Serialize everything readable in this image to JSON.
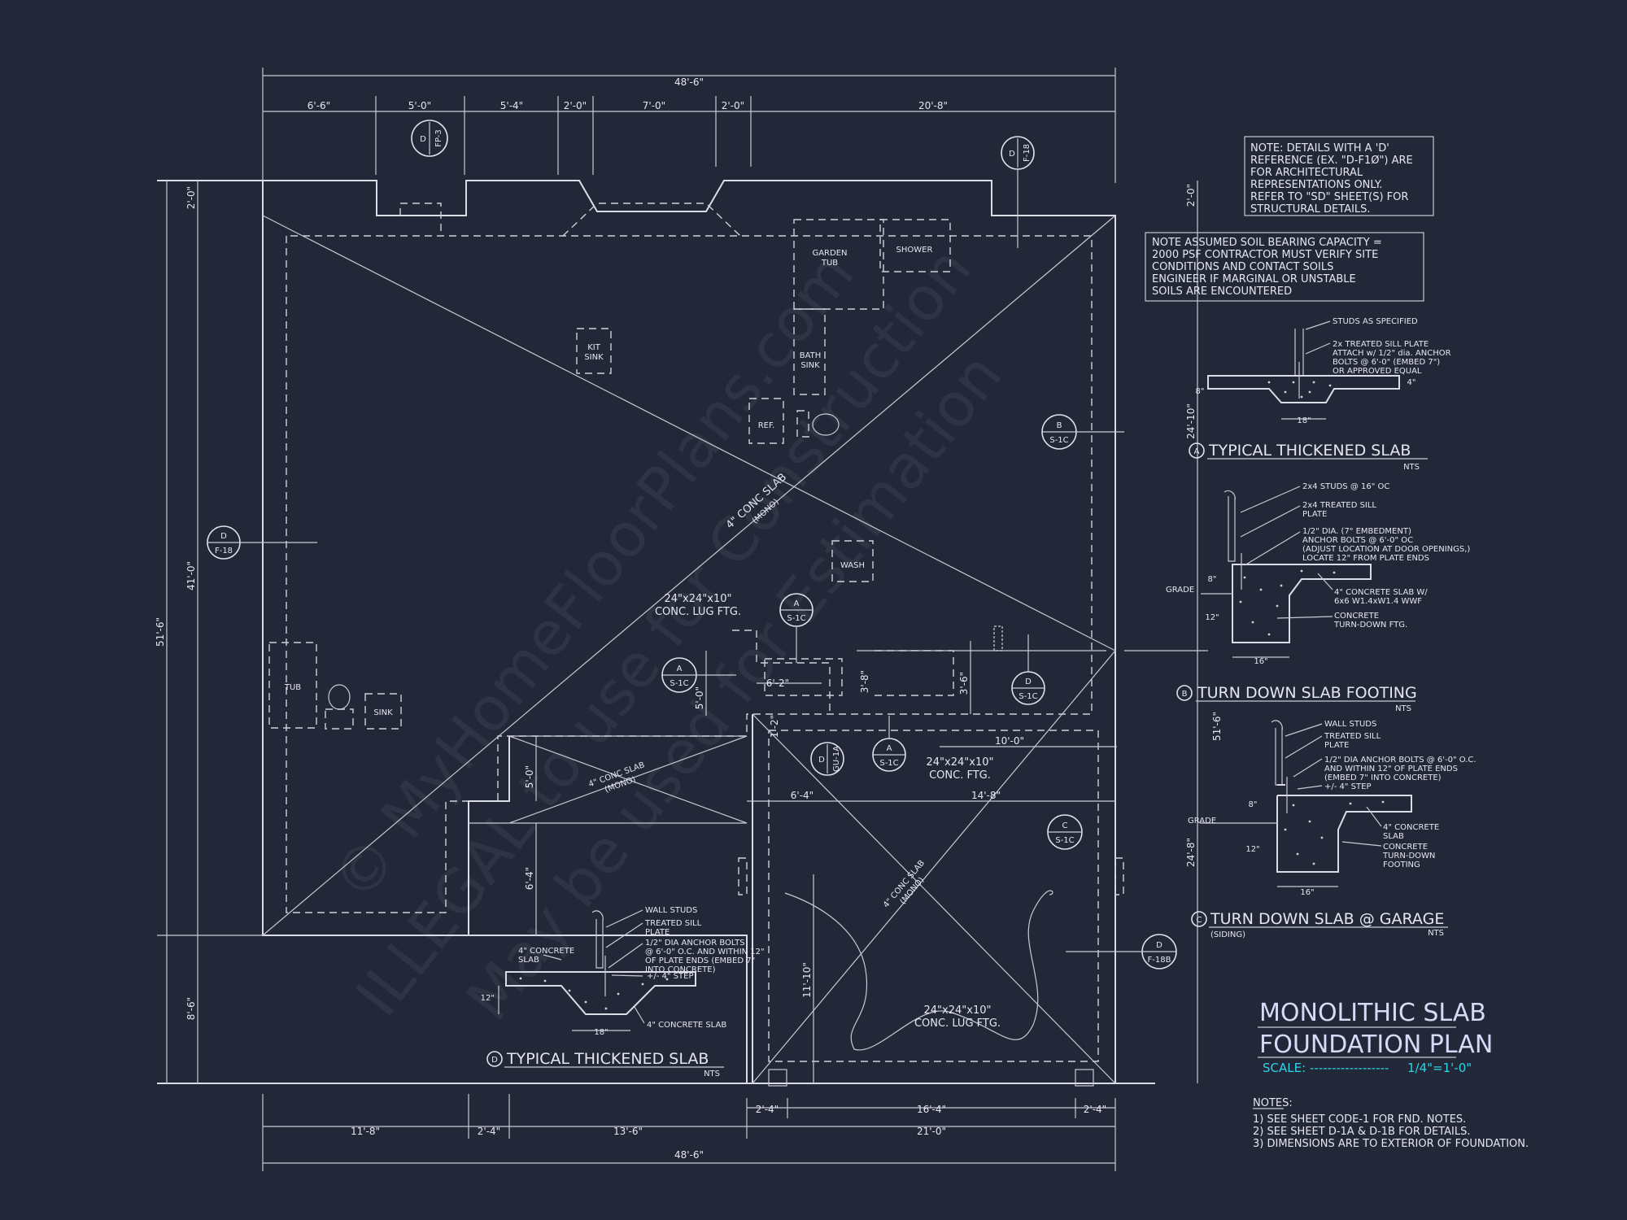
{
  "title": {
    "line1": "MONOLITHIC SLAB",
    "line2": "FOUNDATION PLAN"
  },
  "scale": {
    "label": "SCALE:",
    "dashes": "------------------",
    "value": "1/4\"=1'-0\""
  },
  "watermark": {
    "line1": "© MyHomeFloorPlans.com",
    "line2": "ILLEGAL to use for Construction",
    "line3": "May be used for Estimation"
  },
  "notes_box_1": [
    "NOTE: DETAILS WITH A 'D'",
    "REFERENCE (EX. \"D-F1Ø\") ARE",
    "FOR ARCHITECTURAL",
    "REPRESENTATIONS ONLY.",
    "REFER TO \"SD\" SHEET(S) FOR",
    "STRUCTURAL DETAILS."
  ],
  "notes_box_2": [
    "NOTE ASSUMED SOIL BEARING CAPACITY =",
    "2000 PSF CONTRACTOR MUST VERIFY SITE",
    "CONDITIONS AND CONTACT SOILS",
    "ENGINEER IF MARGINAL OR UNSTABLE",
    "SOILS ARE ENCOUNTERED"
  ],
  "general_notes": {
    "heading": "NOTES:",
    "items": [
      "1) SEE SHEET CODE-1 FOR FND. NOTES.",
      "2) SEE SHEET D-1A & D-1B FOR DETAILS.",
      "3) DIMENSIONS ARE TO EXTERIOR OF FOUNDATION."
    ]
  },
  "dimensions": {
    "top_overall": "48'-6\"",
    "top_segments": [
      "6'-6\"",
      "5'-0\"",
      "5'-4\"",
      "2'-0\"",
      "7'-0\"",
      "2'-0\"",
      "20'-8\""
    ],
    "bottom_overall": "48'-6\"",
    "bottom_segments": [
      "11'-8\"",
      "2'-4\"",
      "13'-6\"",
      "21'-0\""
    ],
    "bottom_inner": [
      "2'-4\"",
      "16'-4\"",
      "2'-4\""
    ],
    "left_overall": "51'-6\"",
    "left_segments": [
      "2'-0\"",
      "41'-0\"",
      "8'-6\""
    ],
    "right_segments": [
      "2'-0\"",
      "24'-10\"",
      "51'-6\"",
      "24'-8\""
    ],
    "interior": [
      "6'-2\"",
      "5'-0\"",
      "3'-8\"",
      "3'-6\"",
      "1'-2\"",
      "10'-0\"",
      "6'-4\"",
      "14'-8\"",
      "5'-0\"",
      "6'-4\"",
      "11'-10\""
    ]
  },
  "slab_labels": [
    {
      "line1": "4\" CONC SLAB",
      "line2": "(MONO)"
    },
    {
      "line1": "4\" CONC SLAB",
      "line2": "(MONO)"
    },
    {
      "line1": "4\" CONC SLAB",
      "line2": "(MONO)"
    }
  ],
  "footing_labels": [
    {
      "line1": "24\"x24\"x10\"",
      "line2": "CONC. LUG FTG."
    },
    {
      "line1": "24\"x24\"x10\"",
      "line2": "CONC. FTG."
    },
    {
      "line1": "24\"x24\"x10\"",
      "line2": "CONC. LUG FTG."
    }
  ],
  "fixtures": {
    "garden_tub": [
      "GARDEN",
      "TUB"
    ],
    "shower": "SHOWER",
    "kit_sink": [
      "KIT",
      "SINK"
    ],
    "bath_sink": [
      "BATH",
      "SINK"
    ],
    "ref": "REF.",
    "wash": "WASH",
    "tub": "TUB",
    "sink": "SINK"
  },
  "bubbles": {
    "d_fp3": [
      "D",
      "FP-3"
    ],
    "d_f18_top": [
      "D",
      "F-18"
    ],
    "d_f18_left": [
      "D",
      "F-18"
    ],
    "b_s1c": [
      "B",
      "S-1C"
    ],
    "a_s1c_1": [
      "A",
      "S-1C"
    ],
    "a_s1c_2": [
      "A",
      "S-1C"
    ],
    "a_s1c_3": [
      "A",
      "S-1C"
    ],
    "d_s1c": [
      "D",
      "S-1C"
    ],
    "d_gu1a": [
      "D",
      "GU-1A"
    ],
    "c_s1c": [
      "C",
      "S-1C"
    ],
    "d_f18b": [
      "D",
      "F-18B"
    ]
  },
  "details": {
    "a": {
      "tag": "A",
      "title": "TYPICAL THICKENED SLAB",
      "nts": "NTS",
      "notes": [
        "STUDS AS SPECIFIED",
        "2x TREATED SILL PLATE",
        "ATTACH w/ 1/2\" dia. ANCHOR",
        "BOLTS @ 6'-0\" (EMBED 7\")",
        "OR APPROVED EQUAL"
      ],
      "dim_bottom": "18\"",
      "dim_side": "8\"",
      "dim_right": "4\""
    },
    "b": {
      "tag": "B",
      "title": "TURN DOWN SLAB FOOTING",
      "nts": "NTS",
      "notes": [
        "2x4 STUDS @ 16\" OC",
        "2x4 TREATED SILL",
        "PLATE",
        "1/2\" DIA. (7\" EMBEDMENT)",
        "ANCHOR BOLTS @ 6'-0\" OC",
        "(ADJUST LOCATION AT DOOR OPENINGS,)",
        "LOCATE 12\" FROM PLATE ENDS",
        "4\" CONCRETE SLAB W/",
        "6x6 W1.4xW1.4 WWF",
        "CONCRETE",
        "TURN-DOWN FTG."
      ],
      "grade": "GRADE",
      "dim_8": "8\"",
      "dim_12": "12\"",
      "dim_16": "16\""
    },
    "c": {
      "tag": "C",
      "title": "TURN DOWN SLAB @ GARAGE",
      "subtitle": "(SIDING)",
      "nts": "NTS",
      "notes": [
        "WALL STUDS",
        "TREATED SILL",
        "PLATE",
        "1/2\" DIA ANCHOR BOLTS @ 6'-0\" O.C.",
        "AND WITHIN 12\" OF PLATE ENDS",
        "(EMBED 7\" INTO CONCRETE)",
        "+/- 4\" STEP",
        "4\" CONCRETE",
        "SLAB",
        "CONCRETE",
        "TURN-DOWN",
        "FOOTING"
      ],
      "grade": "GRADE",
      "dim_8": "8\"",
      "dim_12": "12\"",
      "dim_16": "16\""
    },
    "d": {
      "tag": "D",
      "title": "TYPICAL THICKENED SLAB",
      "nts": "NTS",
      "notes": [
        "WALL STUDS",
        "TREATED SILL",
        "PLATE",
        "1/2\" DIA ANCHOR BOLTS",
        "@ 6'-0\" O.C. AND WITHIN 12\"",
        "OF PLATE ENDS (EMBED 7\"",
        "INTO CONCRETE)",
        "4\" CONCRETE",
        "SLAB",
        "+/- 4\" STEP",
        "4\" CONCRETE SLAB"
      ],
      "dim_12": "12\"",
      "dim_18": "18\""
    }
  }
}
